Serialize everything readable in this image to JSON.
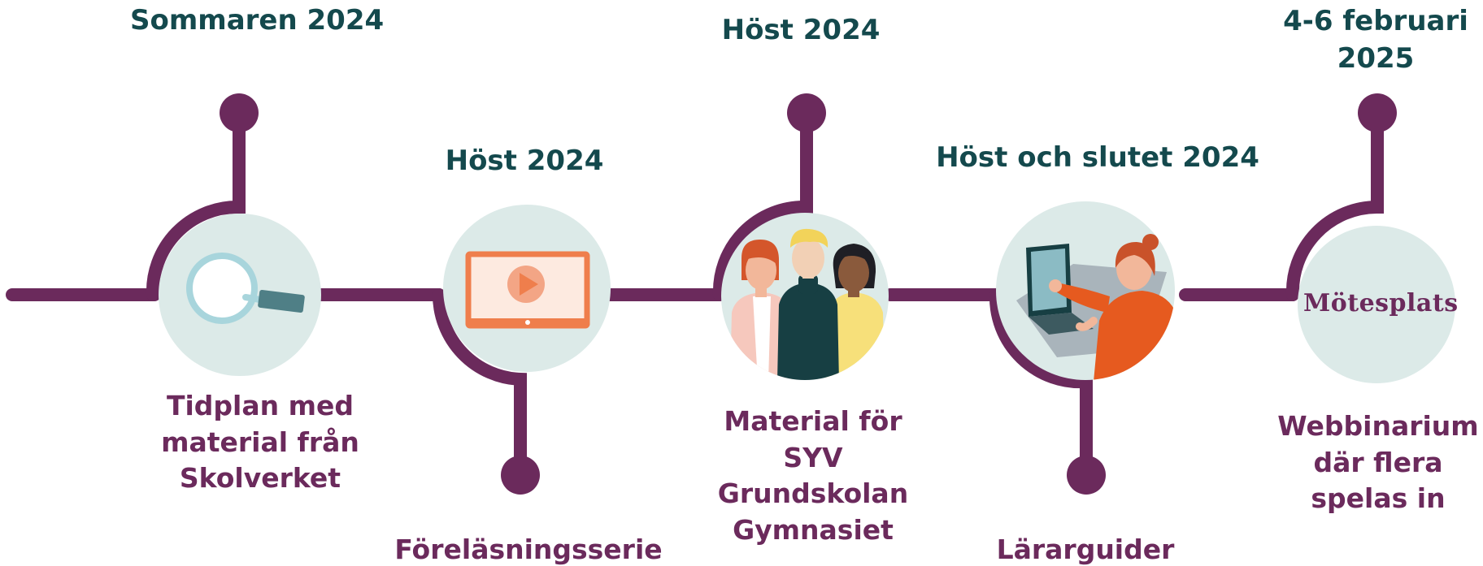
{
  "colors": {
    "line": "#6b2a5c",
    "circle_bg": "#dceae8",
    "date_text": "#14494d",
    "desc_text": "#6b2a5c"
  },
  "milestones": [
    {
      "date": "Sommaren 2024",
      "description": "Tidplan med material från Skolverket",
      "icon": "magnifier-icon"
    },
    {
      "date": "Höst 2024",
      "description": "Föreläsningsserie",
      "icon": "video-screen-icon"
    },
    {
      "date": "Höst 2024",
      "description": "Material för SYV Grundskolan Gymnasiet",
      "icon": "people-group-icon"
    },
    {
      "date": "Höst och slutet 2024",
      "description": "Lärarguider",
      "icon": "person-laptop-icon"
    },
    {
      "date": "4-6 februari 2025",
      "description": "Webbinarium där flera spelas in",
      "icon": "motesplats-logo",
      "logo_text": "Mötesplats"
    }
  ]
}
